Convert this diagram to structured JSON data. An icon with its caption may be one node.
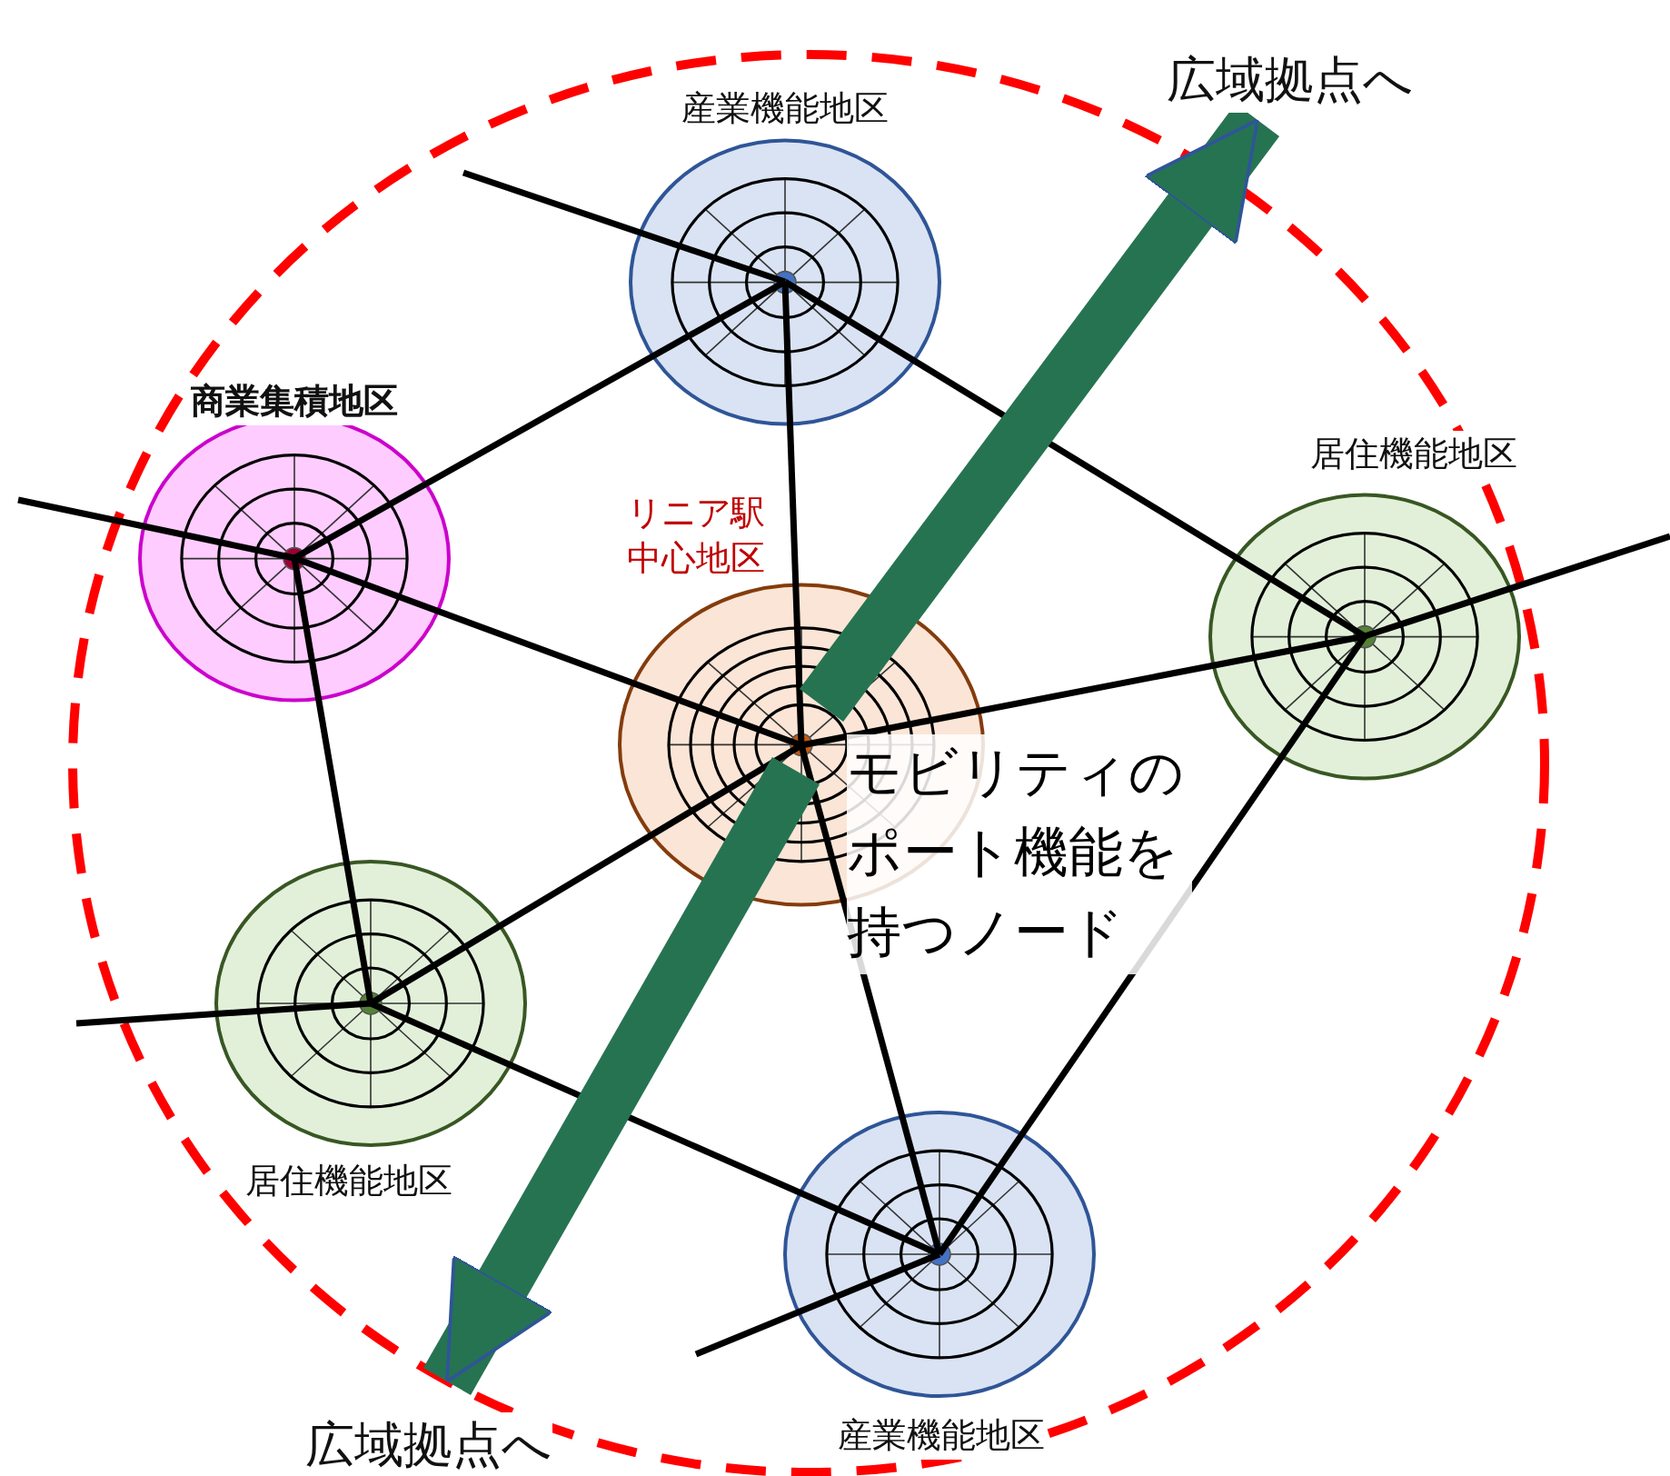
{
  "diagram": {
    "nodes": [
      {
        "text": [
          "産業機能地区"
        ]
      },
      {
        "text": [
          "商業集積地区"
        ]
      },
      {
        "text": [
          "リニア駅中心地区"
        ]
      },
      {
        "text": [
          "居住機能地区"
        ]
      },
      {
        "text": [
          "居住機能地区"
        ]
      },
      {
        "text": [
          "産業機能地区"
        ]
      },
      {
        "text": [
          "広域拠点へ"
        ]
      },
      {
        "text": [
          "広域拠点へ"
        ]
      }
    ],
    "edges": [
      {
        "from": 0,
        "to": 1,
        "arrow": "none"
      },
      {
        "from": 0,
        "to": 2,
        "arrow": "none"
      },
      {
        "from": 0,
        "to": 3,
        "arrow": "none"
      },
      {
        "from": 1,
        "to": 2,
        "arrow": "none"
      },
      {
        "from": 1,
        "to": 4,
        "arrow": "none"
      },
      {
        "from": 2,
        "to": 3,
        "arrow": "none"
      },
      {
        "from": 2,
        "to": 4,
        "arrow": "none"
      },
      {
        "from": 2,
        "to": 5,
        "arrow": "none"
      },
      {
        "from": 4,
        "to": 5,
        "arrow": "none"
      },
      {
        "from": 3,
        "to": 5,
        "arrow": "none"
      },
      {
        "from": 0,
        "to": null,
        "arrow": "none"
      },
      {
        "from": 1,
        "to": null,
        "arrow": "none"
      },
      {
        "from": 3,
        "to": null,
        "arrow": "none"
      },
      {
        "from": 4,
        "to": null,
        "arrow": "none"
      },
      {
        "from": 5,
        "to": null,
        "arrow": "none"
      },
      {
        "from": 2,
        "to": 6,
        "arrow": "to",
        "style": "thick",
        "color": "#267352"
      },
      {
        "from": 2,
        "to": 7,
        "arrow": "to",
        "style": "thick",
        "color": "#267352"
      }
    ],
    "labels": [
      "モビリティのポート機能を持つノード"
    ]
  }
}
